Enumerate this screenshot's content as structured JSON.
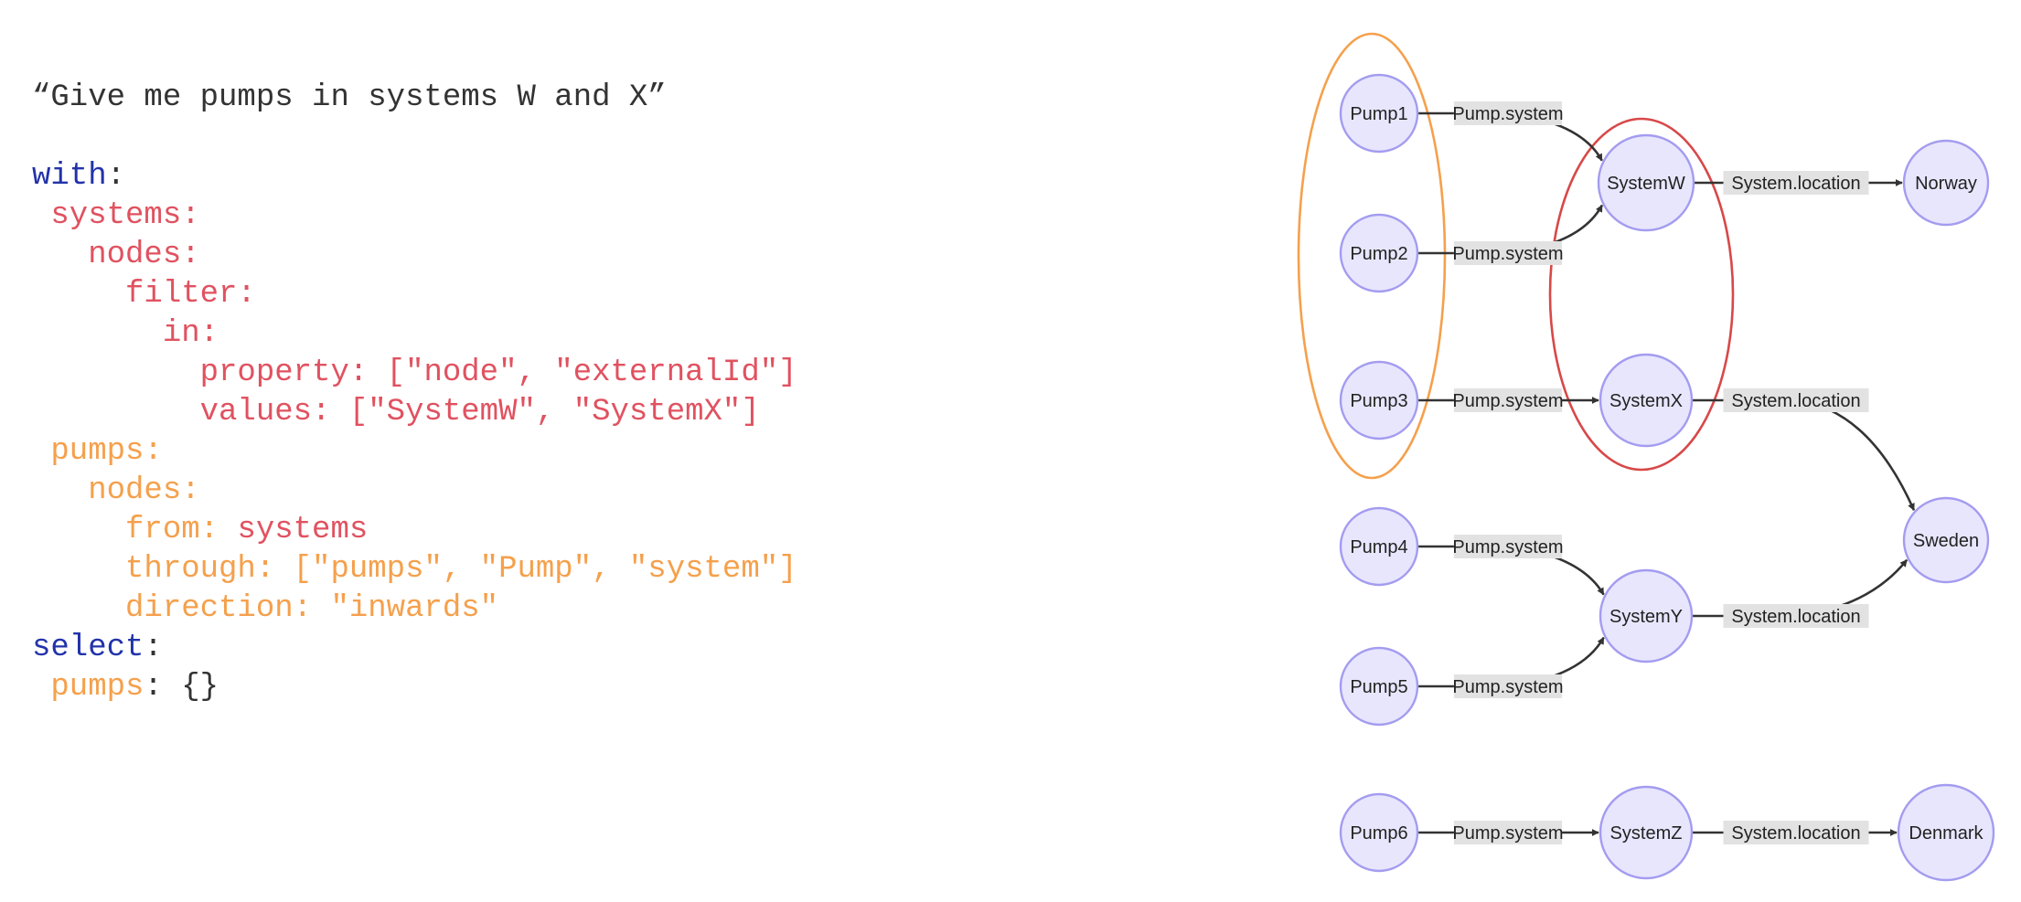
{
  "code": {
    "lines": [
      [
        {
          "t": "“Give me pumps in systems W and X”",
          "c": "dark"
        }
      ],
      [],
      [
        {
          "t": "with",
          "c": "kw"
        },
        {
          "t": ":",
          "c": "dark"
        }
      ],
      [
        {
          "t": " systems:",
          "c": "red"
        }
      ],
      [
        {
          "t": "   nodes:",
          "c": "red"
        }
      ],
      [
        {
          "t": "     filter:",
          "c": "red"
        }
      ],
      [
        {
          "t": "       in:",
          "c": "red"
        }
      ],
      [
        {
          "t": "         property: [\"node\", \"externalId\"]",
          "c": "red"
        }
      ],
      [
        {
          "t": "         values: [\"SystemW\", \"SystemX\"]",
          "c": "red"
        }
      ],
      [
        {
          "t": " pumps:",
          "c": "orange"
        }
      ],
      [
        {
          "t": "   nodes:",
          "c": "orange"
        }
      ],
      [
        {
          "t": "     from: ",
          "c": "orange"
        },
        {
          "t": "systems",
          "c": "red"
        }
      ],
      [
        {
          "t": "     through: [\"pumps\", \"Pump\", \"system\"]",
          "c": "orange"
        }
      ],
      [
        {
          "t": "     direction: \"inwards\"",
          "c": "orange"
        }
      ],
      [
        {
          "t": "select",
          "c": "kw"
        },
        {
          "t": ":",
          "c": "dark"
        }
      ],
      [
        {
          "t": " pumps",
          "c": "orange"
        },
        {
          "t": ": {}",
          "c": "dark"
        }
      ]
    ]
  },
  "graph": {
    "colors": {
      "node_fill": "#e8e6fd",
      "node_stroke": "#a39cf0",
      "pump_group": "#f5a04c",
      "system_group": "#d84848",
      "edge_label_bg": "#e2e2e2"
    },
    "nodes": [
      {
        "id": "Pump1",
        "label": "Pump1"
      },
      {
        "id": "Pump2",
        "label": "Pump2"
      },
      {
        "id": "Pump3",
        "label": "Pump3"
      },
      {
        "id": "Pump4",
        "label": "Pump4"
      },
      {
        "id": "Pump5",
        "label": "Pump5"
      },
      {
        "id": "Pump6",
        "label": "Pump6"
      },
      {
        "id": "SystemW",
        "label": "SystemW"
      },
      {
        "id": "SystemX",
        "label": "SystemX"
      },
      {
        "id": "SystemY",
        "label": "SystemY"
      },
      {
        "id": "SystemZ",
        "label": "SystemZ"
      },
      {
        "id": "Norway",
        "label": "Norway"
      },
      {
        "id": "Sweden",
        "label": "Sweden"
      },
      {
        "id": "Denmark",
        "label": "Denmark"
      }
    ],
    "edges": [
      {
        "from": "Pump1",
        "to": "SystemW",
        "label": "Pump.system"
      },
      {
        "from": "Pump2",
        "to": "SystemW",
        "label": "Pump.system"
      },
      {
        "from": "Pump3",
        "to": "SystemX",
        "label": "Pump.system"
      },
      {
        "from": "Pump4",
        "to": "SystemY",
        "label": "Pump.system"
      },
      {
        "from": "Pump5",
        "to": "SystemY",
        "label": "Pump.system"
      },
      {
        "from": "Pump6",
        "to": "SystemZ",
        "label": "Pump.system"
      },
      {
        "from": "SystemW",
        "to": "Norway",
        "label": "System.location"
      },
      {
        "from": "SystemX",
        "to": "Sweden",
        "label": "System.location"
      },
      {
        "from": "SystemY",
        "to": "Sweden",
        "label": "System.location"
      },
      {
        "from": "SystemZ",
        "to": "Denmark",
        "label": "System.location"
      }
    ],
    "groups": [
      {
        "name": "pumps",
        "members": [
          "Pump1",
          "Pump2",
          "Pump3"
        ],
        "color": "#f5a04c"
      },
      {
        "name": "systems",
        "members": [
          "SystemW",
          "SystemX"
        ],
        "color": "#d84848"
      }
    ]
  }
}
